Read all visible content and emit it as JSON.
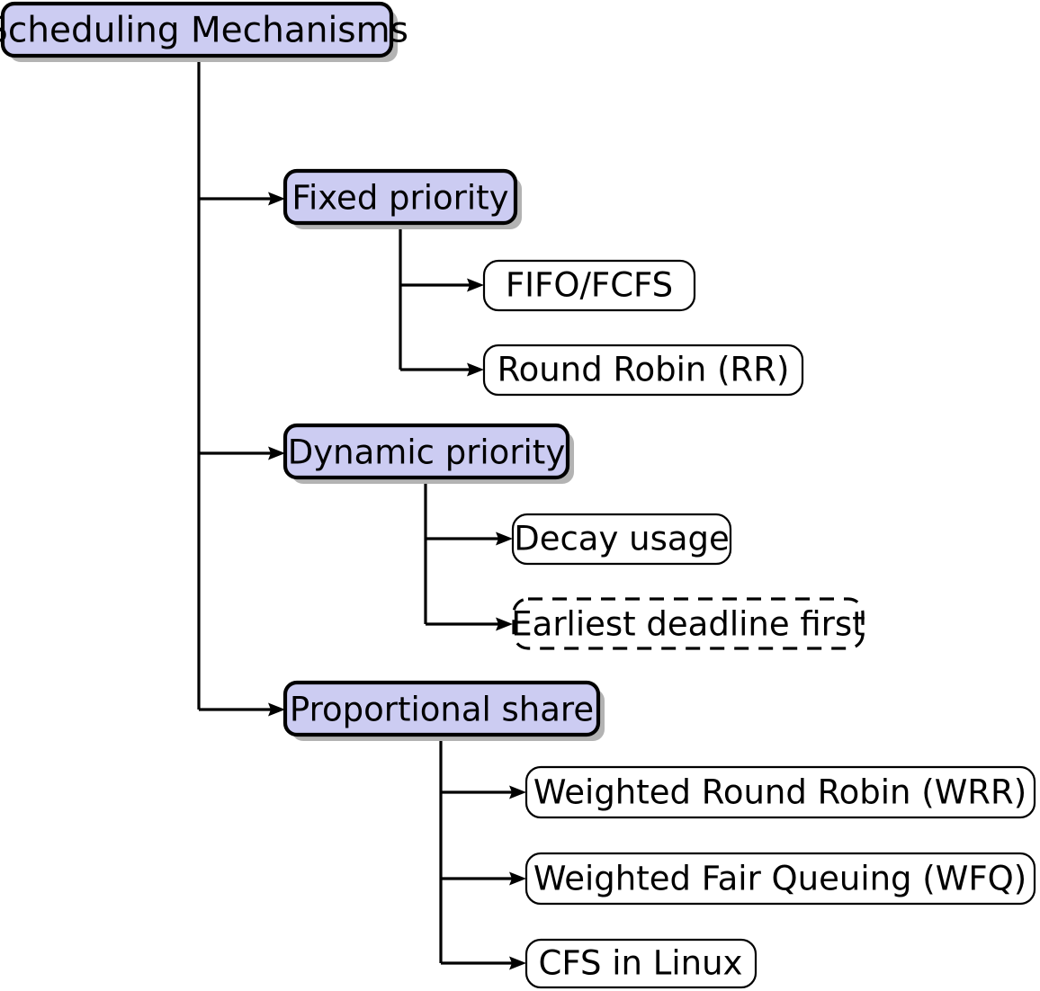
{
  "diagram": {
    "title": "Scheduling Mechanisms",
    "type": "tree-hierarchy",
    "colors": {
      "node_fill_highlight": "#ccccf2",
      "node_fill_plain": "#ffffff",
      "node_stroke": "#000000",
      "shadow": "#b3b3b3",
      "background": "#ffffff"
    },
    "root": {
      "label": "Scheduling Mechanisms"
    },
    "branches": [
      {
        "label": "Fixed priority",
        "style": "filled",
        "children": [
          {
            "label": "FIFO/FCFS",
            "style": "solid"
          },
          {
            "label": "Round Robin (RR)",
            "style": "solid"
          }
        ]
      },
      {
        "label": "Dynamic priority",
        "style": "filled",
        "children": [
          {
            "label": "Decay usage",
            "style": "solid"
          },
          {
            "label": "Earliest deadline first",
            "style": "dashed"
          }
        ]
      },
      {
        "label": "Proportional share",
        "style": "filled",
        "children": [
          {
            "label": "Weighted Round Robin (WRR)",
            "style": "solid"
          },
          {
            "label": "Weighted Fair Queuing (WFQ)",
            "style": "solid"
          },
          {
            "label": "CFS in Linux",
            "style": "solid"
          }
        ]
      }
    ]
  }
}
